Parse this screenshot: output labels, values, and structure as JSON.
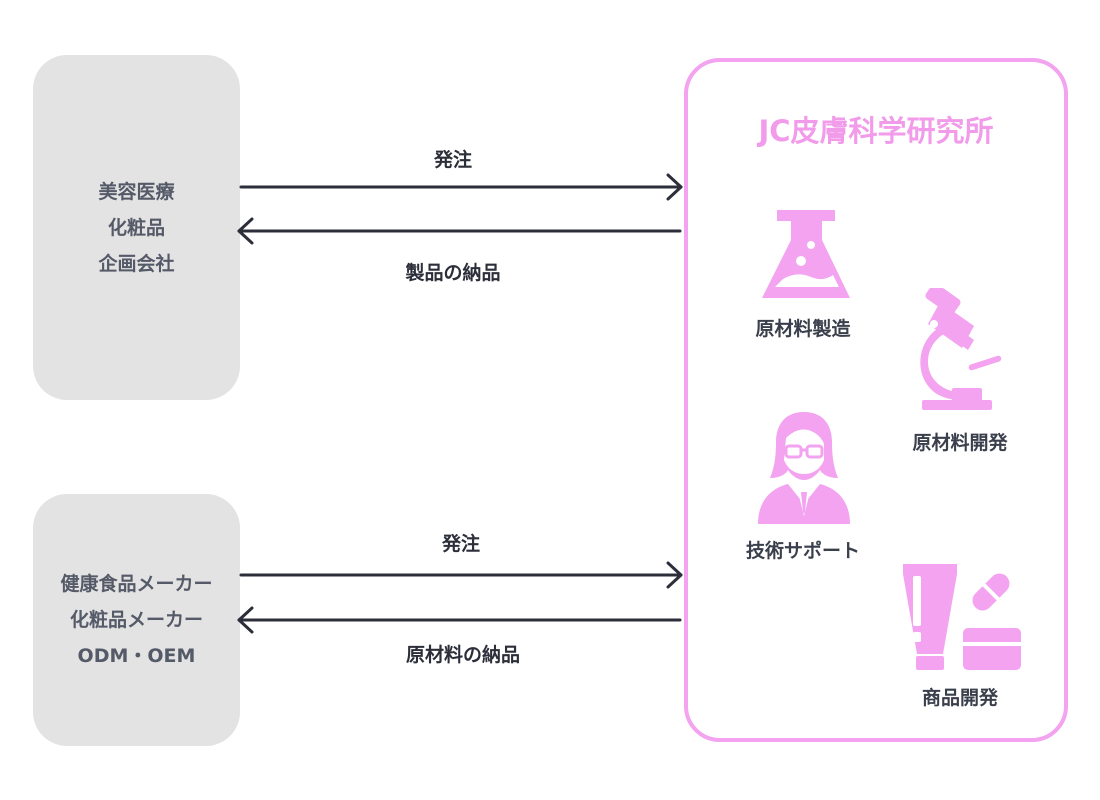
{
  "clients": [
    {
      "lines": [
        "美容医療",
        "化粧品",
        "企画会社"
      ]
    },
    {
      "lines": [
        "健康食品メーカー",
        "化粧品メーカー",
        "ODM・OEM"
      ]
    }
  ],
  "flows": {
    "top": {
      "to_lab": "発注",
      "from_lab": "製品の納品"
    },
    "bottom": {
      "to_lab": "発注",
      "from_lab": "原材料の納品"
    }
  },
  "lab": {
    "title": "JC皮膚科学研究所",
    "services": [
      {
        "label": "原材料製造",
        "icon": "flask-icon"
      },
      {
        "label": "原材料開発",
        "icon": "microscope-icon"
      },
      {
        "label": "技術サポート",
        "icon": "researcher-icon"
      },
      {
        "label": "商品開発",
        "icon": "cosmetics-icon"
      }
    ]
  },
  "colors": {
    "accent_pink": "#f3a3ef",
    "client_box": "#e3e3e3",
    "arrow": "#2c2f3a"
  }
}
